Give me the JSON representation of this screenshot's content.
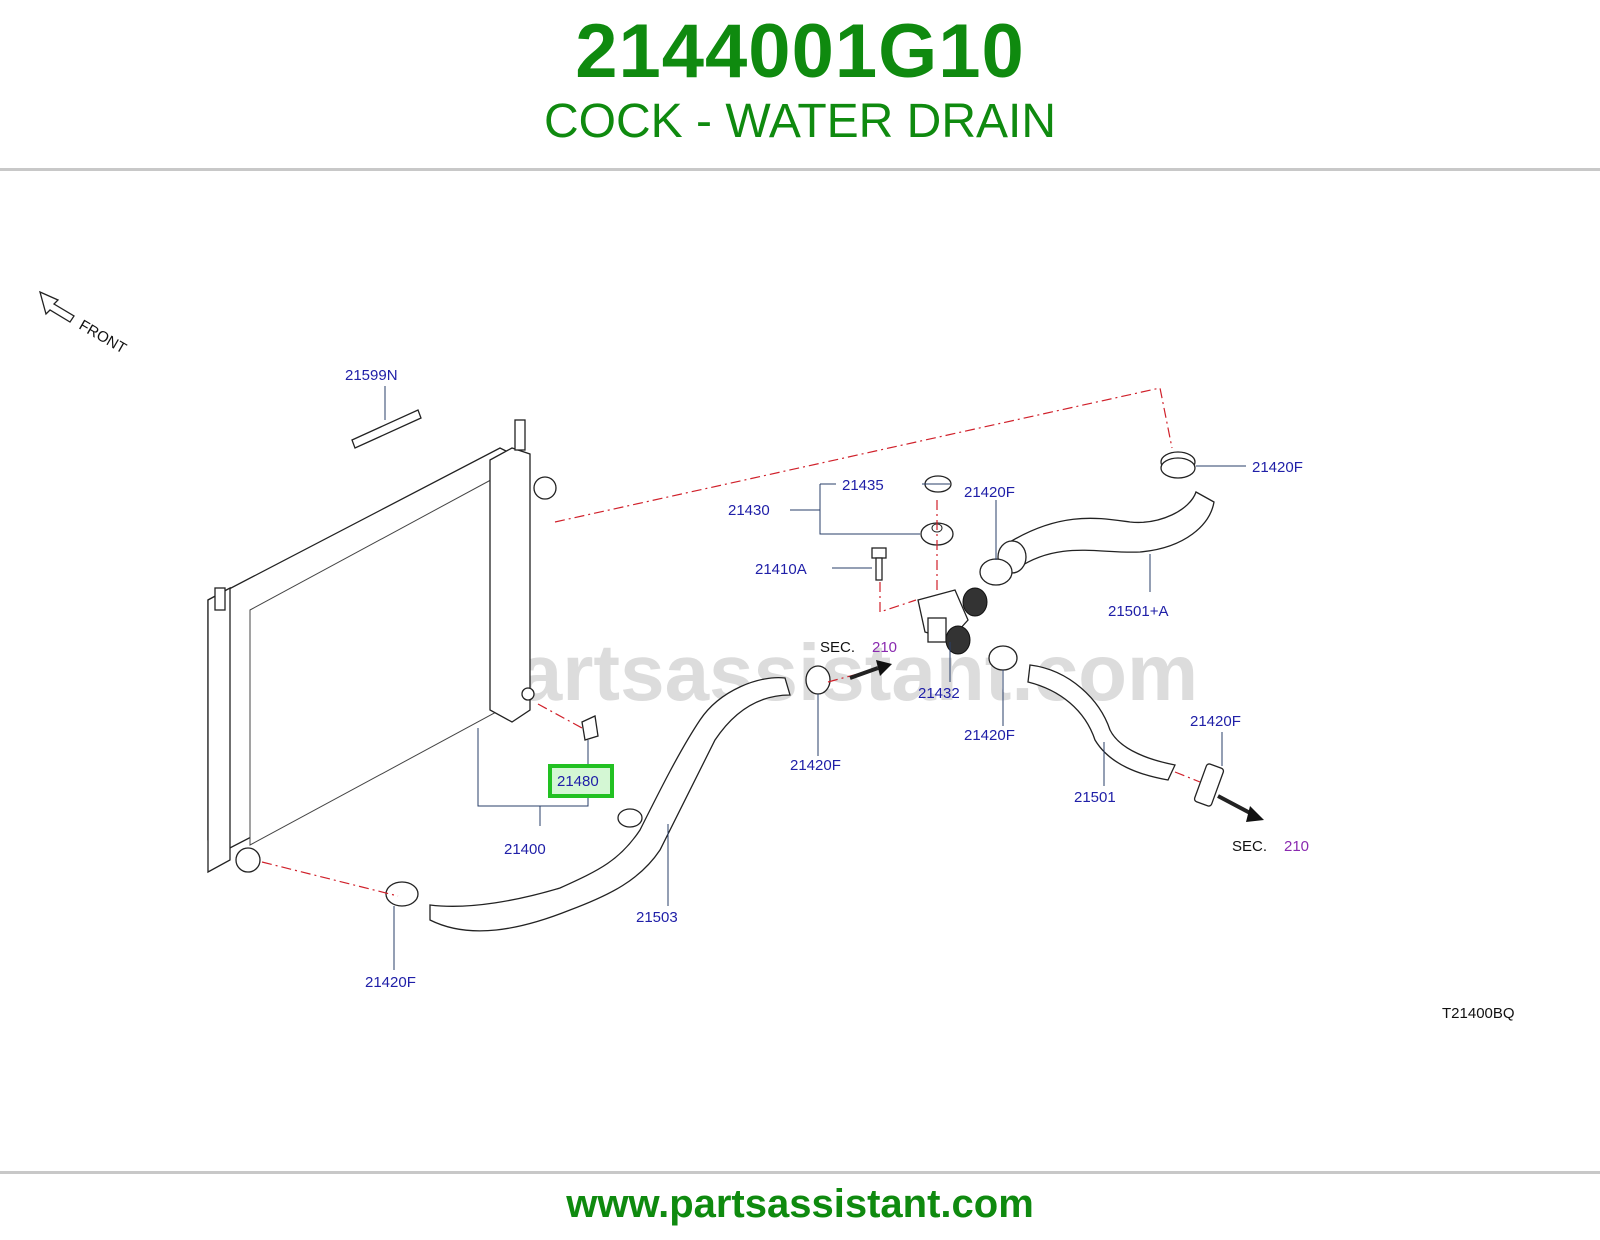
{
  "header": {
    "part_number": "2144001G10",
    "part_name": "COCK - WATER DRAIN"
  },
  "diagram": {
    "front_label": "FRONT",
    "watermark": "www.partsassistant.com",
    "ref_code": "T21400BQ",
    "highlight_color": "#22c122",
    "labels": {
      "l21599N": "21599N",
      "l21420F_a": "21420F",
      "l21435": "21435",
      "l21420F_b": "21420F",
      "l21430": "21430",
      "l21410A": "21410A",
      "l21501A": "21501+A",
      "sec_a": "SEC.",
      "sec_a_num": "210",
      "l21432": "21432",
      "l21420F_c": "21420F",
      "l21420F_d": "21420F",
      "l21480": "21480",
      "l21420F_e": "21420F",
      "l21501": "21501",
      "sec_b": "SEC.",
      "sec_b_num": "210",
      "l21400": "21400",
      "l21503": "21503",
      "l21420F_f": "21420F"
    }
  },
  "footer": {
    "url": "www.partsassistant.com"
  }
}
